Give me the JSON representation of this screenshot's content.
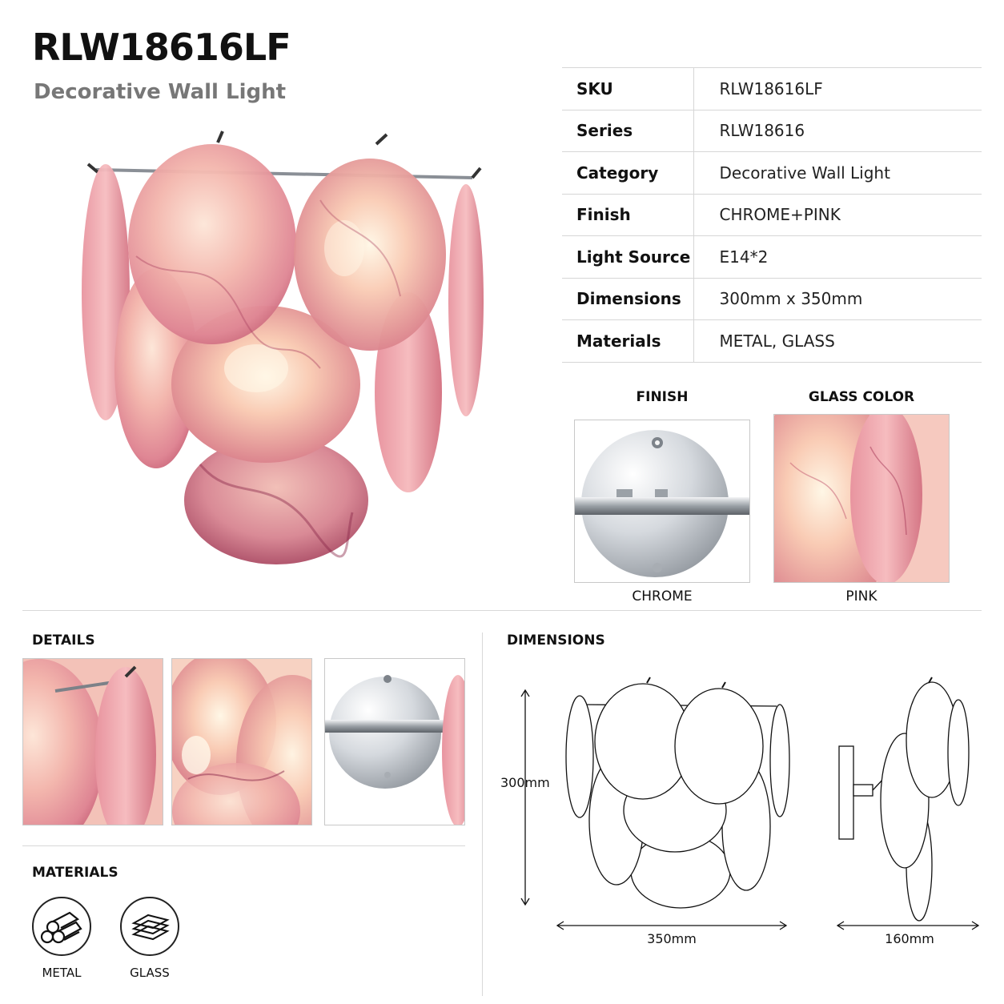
{
  "header": {
    "title": "RLW18616LF",
    "subtitle": "Decorative Wall Light"
  },
  "specs": [
    {
      "label": "SKU",
      "value": "RLW18616LF"
    },
    {
      "label": "Series",
      "value": "RLW18616"
    },
    {
      "label": "Category",
      "value": "Decorative Wall Light"
    },
    {
      "label": "Finish",
      "value": "CHROME+PINK"
    },
    {
      "label": "Light Source",
      "value": "E14*2"
    },
    {
      "label": "Dimensions",
      "value": "300mm x 350mm"
    },
    {
      "label": "Materials",
      "value": "METAL, GLASS"
    }
  ],
  "swatches": {
    "finish_heading": "FINISH",
    "finish_caption": "CHROME",
    "glass_heading": "GLASS COLOR",
    "glass_caption": "PINK"
  },
  "details": {
    "heading": "DETAILS"
  },
  "materials": {
    "heading": "MATERIALS",
    "items": [
      {
        "label": "METAL",
        "icon": "metal-bars-icon"
      },
      {
        "label": "GLASS",
        "icon": "glass-sheets-icon"
      }
    ]
  },
  "dimensions": {
    "heading": "DIMENSIONS",
    "height": "300mm",
    "width": "350mm",
    "depth": "160mm"
  },
  "colors": {
    "pink_light": "#f7c9c0",
    "pink": "#e8909a",
    "pink_dark": "#b8465e",
    "chrome": "#cfd3d8"
  }
}
